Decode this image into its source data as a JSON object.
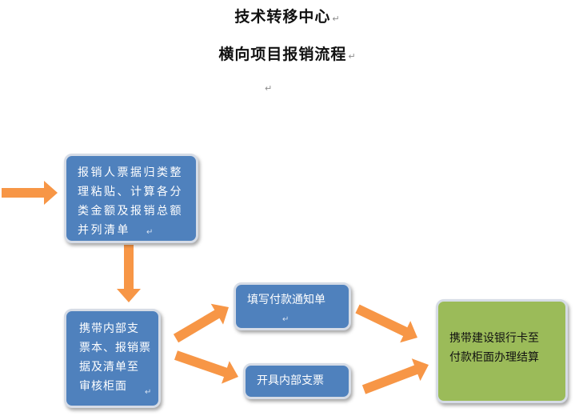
{
  "header": {
    "title_line1": "技术转移中心",
    "title_line2": "横向项目报销流程",
    "paragraph_mark": "↵"
  },
  "flow": {
    "step1": {
      "lines": [
        "报销人票据归类整",
        "理粘贴、计算各分",
        "类金额及报销总额",
        "并列清单"
      ]
    },
    "step2": {
      "lines": [
        "携带内部支",
        "票本、报销票",
        "据及清单至",
        "审核柜面"
      ]
    },
    "step3a": {
      "label": "填写付款通知单"
    },
    "step3b": {
      "label": "开具内部支票"
    },
    "step4": {
      "lines": [
        "携带建设银行卡至",
        "付款柜面办理结算"
      ]
    },
    "connectors": [
      {
        "from": "start",
        "to": "step1"
      },
      {
        "from": "step1",
        "to": "step2"
      },
      {
        "from": "step2",
        "to": "step3a"
      },
      {
        "from": "step2",
        "to": "step3b"
      },
      {
        "from": "step3a",
        "to": "step4"
      },
      {
        "from": "step3b",
        "to": "step4"
      }
    ]
  },
  "colors": {
    "box_blue": "#4f81bd",
    "box_green": "#9bbb59",
    "box_border": "#d6dce6",
    "arrow_orange": "#f79646"
  }
}
